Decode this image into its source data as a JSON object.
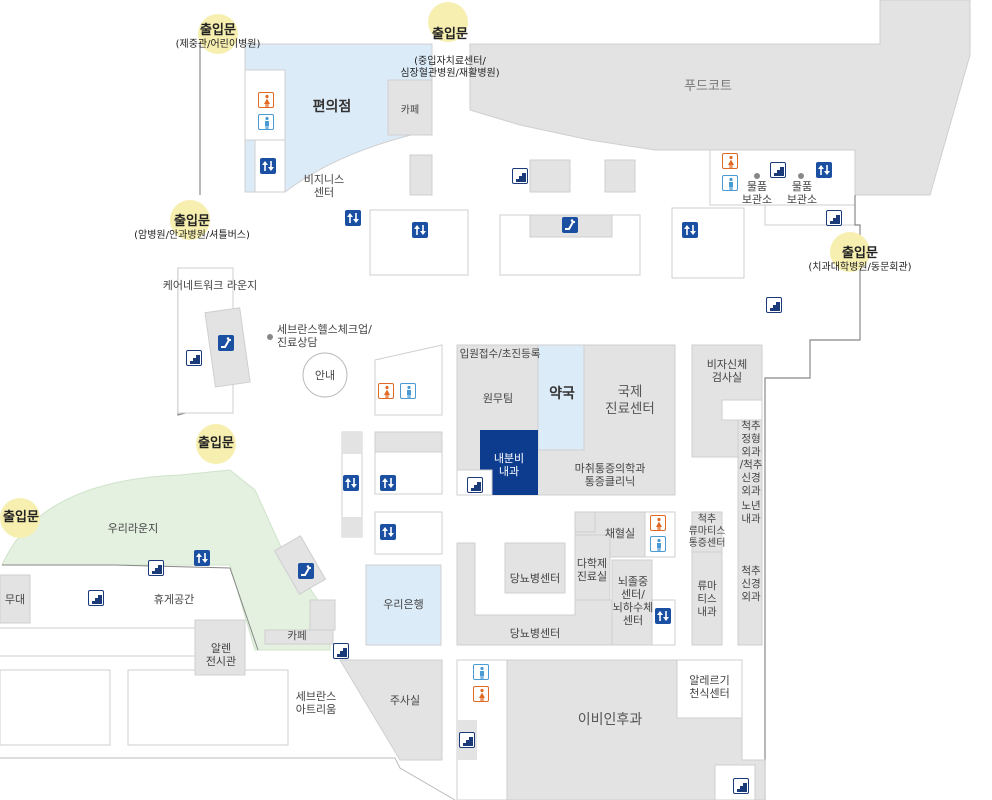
{
  "entrances": {
    "top_left": {
      "title": "출입문",
      "sub": "(제중관/어린이병원)"
    },
    "top_center": {
      "title": "출입문",
      "sub": "(중입자치료센터/\n심장혈관병원/재활병원)"
    },
    "left_upper": {
      "title": "출입문",
      "sub": "(암병원/안과병원/셔틀버스)"
    },
    "right": {
      "title": "출입문",
      "sub": "(치과대학병원/동문회관)"
    },
    "center": {
      "title": "출입문"
    },
    "far_left": {
      "title": "출입문"
    }
  },
  "rooms": {
    "convenience_store": "편의점",
    "cafe_top": "카페",
    "business_center": "비지니스\n센터",
    "food_court": "푸드코트",
    "luggage_1": "물품\n보관소",
    "luggage_2": "물품\n보관소",
    "care_network": "케어네트워크 라운지",
    "health_checkup": "세브란스헬스체크업/\n진료상담",
    "info": "안내",
    "reception": "입원접수/초진등록",
    "wonmu": "원무팀",
    "pharmacy": "약국",
    "international": "국제\n진료센터",
    "endoscopy": "내분비\n내과",
    "pain": "마취통증의학과\n통증클리닉",
    "nonpay": "비자신체\n검사실",
    "spine_ortho": "척추\n정형\n외과\n/척추\n신경\n외과",
    "geriatric": "노년\n내과",
    "blood": "채혈실",
    "rheum_center": "척추\n류마티스\n통증센터",
    "rheum": "류마\n티스\n내과",
    "spine_neuro": "척추\n신경\n외과",
    "diabetes_1": "당뇨병센터",
    "diabetes_2": "당뇨병센터",
    "multi": "다학제\n진료실",
    "stroke": "뇌졸중\n센터/\n뇌하수체\n센터",
    "woori_bank": "우리은행",
    "woori_lounge": "우리라운지",
    "stage": "무대",
    "rest_area": "휴게공간",
    "allen": "알렌\n전시관",
    "cafe_bottom": "카페",
    "atrium": "세브란스\n아트리움",
    "injection": "주사실",
    "allergy": "알레르기\n천식센터",
    "ent": "이비인후과"
  },
  "colors": {
    "room_gray": "#e3e3e3",
    "light_blue": "#dcebf8",
    "light_green": "#e4f1e1",
    "dark_blue": "#0d3c8f",
    "entry_yellow": "#f7efb0",
    "elevator_blue": "#1b4fa2",
    "wall_gray": "#888888"
  },
  "icons": {
    "elevator": "elevator-icon",
    "stairs": "stairs-icon",
    "escalator": "escalator-icon",
    "restroom_men": "restroom-men-icon",
    "restroom_women": "restroom-women-icon"
  }
}
